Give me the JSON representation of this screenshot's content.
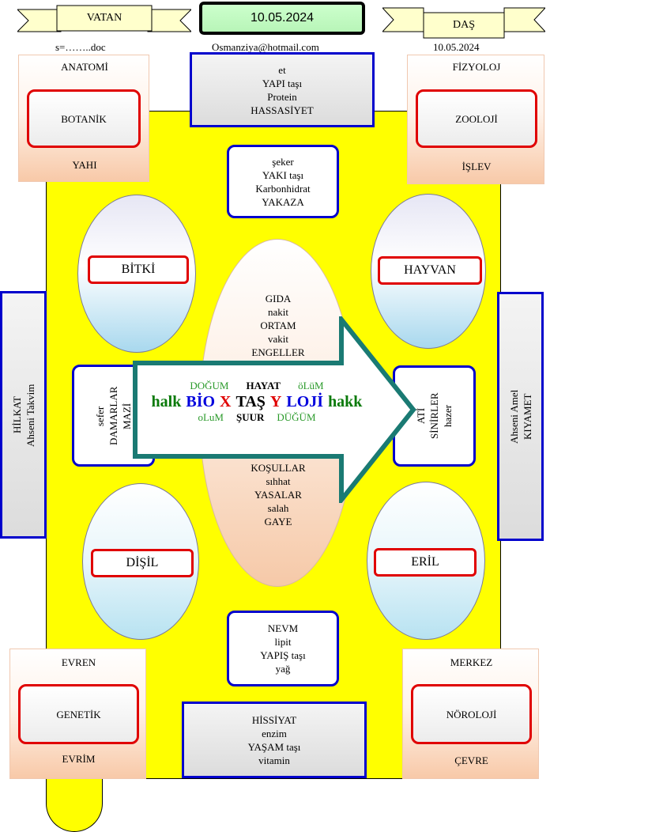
{
  "header": {
    "left_ribbon": "VATAN",
    "right_ribbon": "DAŞ",
    "date": "10.05.2024",
    "file_name": "s=……..doc",
    "email": "Osmanziya@hotmail.com",
    "date_small": "10.05.2024"
  },
  "corners": {
    "top_left": {
      "top": "ANATOMİ",
      "center": "BOTANİK",
      "bottom": "YAHI"
    },
    "top_right": {
      "top": "FİZYOLOJ",
      "center": "ZOOLOJİ",
      "bottom": "İŞLEV"
    },
    "bottom_left": {
      "top": "EVREN",
      "center": "GENETİK",
      "bottom": "EVRİM"
    },
    "bottom_right": {
      "top": "MERKEZ",
      "center": "NÖROLOJİ",
      "bottom": "ÇEVRE"
    }
  },
  "boxes": {
    "top_grey": [
      "et",
      "YAPI taşı",
      "Protein",
      "HASSASİYET"
    ],
    "top_blue": [
      "şeker",
      "YAKI taşı",
      "Karbonhidrat",
      "YAKAZA"
    ],
    "bottom_blue": [
      "NEVM",
      "lipit",
      "YAPIŞ taşı",
      "yağ"
    ],
    "bottom_grey": [
      "HİSSİYAT",
      "enzim",
      "YAŞAM taşı",
      "vitamin"
    ],
    "left_blue": [
      "sefer",
      "DAMARLAR",
      "MAZİ"
    ],
    "right_blue": [
      "ATİ",
      "SİNİRLER",
      "hazer"
    ]
  },
  "side_panels": {
    "left": [
      "HİLKAT",
      "Ahseni Takvim"
    ],
    "right": [
      "Ahseni Amel",
      "KIYAMET"
    ]
  },
  "ellipses": {
    "top_left": "BİTKİ",
    "top_right": "HAYVAN",
    "bottom_left": "DİŞİL",
    "bottom_right": "ERİL",
    "center_top": [
      "GIDA",
      "nakit",
      "ORTAM",
      "vakit",
      "ENGELLER"
    ],
    "center_bottom": [
      "KOŞULLAR",
      "sıhhat",
      "YASALAR",
      "salah",
      "GAYE"
    ]
  },
  "arrow": {
    "row1": [
      "DOĞUM",
      "HAYAT",
      "öLüM"
    ],
    "row2": [
      "halk",
      "BİO",
      "X",
      "TAŞ",
      "Y",
      "LOJİ",
      "hakk"
    ],
    "row3": [
      "oLuM",
      "ŞUUR",
      "DÜĞÜM"
    ]
  },
  "colors": {
    "yellow": "#ffff00",
    "red_border": "#e00000",
    "blue_border": "#0000cc",
    "arrow_border": "#1a7a73",
    "green_text": "#2a9a2a"
  }
}
